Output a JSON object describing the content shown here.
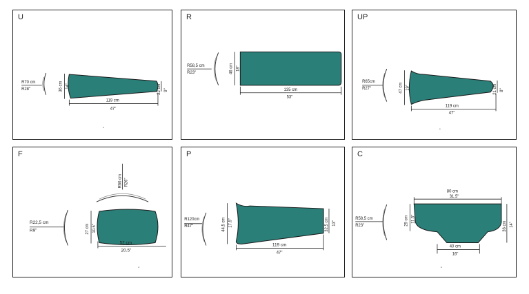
{
  "colors": {
    "shape_fill": "#2a7f78",
    "border": "#222222",
    "background": "#ffffff"
  },
  "panels": {
    "u": {
      "label": "U",
      "radius_cm": "R70 cm",
      "radius_in": "R28\"",
      "length_cm": "119 cm",
      "length_in": "47\"",
      "left_cm": "36 cm",
      "left_in": "14\"",
      "right_cm": "22 cm",
      "right_in": "9\""
    },
    "r": {
      "label": "R",
      "radius_cm": "R58,5 cm",
      "radius_in": "R23\"",
      "length_cm": "135 cm",
      "length_in": "53\"",
      "height_cm": "46 cm",
      "height_in": "18\""
    },
    "up": {
      "label": "UP",
      "radius_cm": "R65cm",
      "radius_in": "R27\"",
      "length_cm": "119 cm",
      "length_in": "47\"",
      "left_cm": "47 cm",
      "left_in": "19\"",
      "right_cm": "21 cm",
      "right_in": "8\""
    },
    "f": {
      "label": "F",
      "radius_cm": "R22,5 cm",
      "radius_in": "R9\"",
      "top_radius_cm": "R66 cm",
      "top_radius_in": "R26\"",
      "length_cm": "52 cm",
      "length_in": "20.5\"",
      "height_cm": "27 cm",
      "height_in": "10.5\""
    },
    "p": {
      "label": "P",
      "radius_cm": "R120cm",
      "radius_in": "R47\"",
      "length_cm": "119 cm",
      "length_in": "47\"",
      "left_cm": "44,5 cm",
      "left_in": "17.5\"",
      "right_cm": "32,5 cm",
      "right_in": "13\""
    },
    "c": {
      "label": "C",
      "radius_cm": "R58,5 cm",
      "radius_in": "R23\"",
      "top_cm": "80 cm",
      "top_in": "31.5\"",
      "bottom_cm": "40 cm",
      "bottom_in": "16\"",
      "left_cm": "29 cm",
      "left_in": "11.5\"",
      "right_cm": "36 cm",
      "right_in": "14\""
    }
  }
}
